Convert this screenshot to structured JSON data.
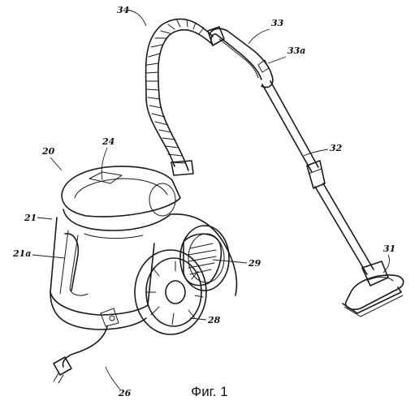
{
  "figure": {
    "caption": "Фиг. 1",
    "labels": {
      "l20": "20",
      "l21": "21",
      "l21a": "21a",
      "l24": "24",
      "l26": "26",
      "l28": "28",
      "l29": "29",
      "l31": "31",
      "l32": "32",
      "l33": "33",
      "l33a": "33a",
      "l34": "34"
    }
  }
}
